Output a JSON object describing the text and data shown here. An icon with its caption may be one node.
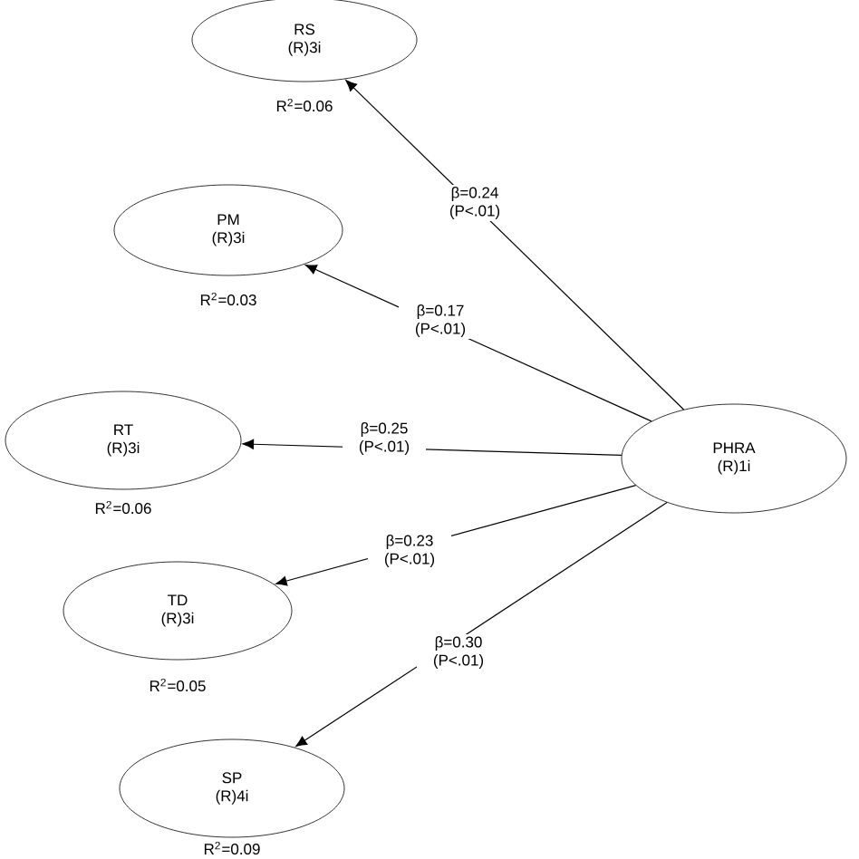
{
  "diagram": {
    "nodes": [
      {
        "text": [
          "RS",
          "(R)3i"
        ],
        "beside": [
          "R$^{2}$=0.06"
        ]
      },
      {
        "text": [
          "PM",
          "(R)3i"
        ],
        "beside": [
          "R$^{2}$=0.03"
        ]
      },
      {
        "text": [
          "RT",
          "(R)3i"
        ],
        "beside": [
          "R$^{2}$=0.06"
        ]
      },
      {
        "text": [
          "TD",
          "(R)3i"
        ],
        "beside": [
          "R$^{2}$=0.05"
        ]
      },
      {
        "text": [
          "SP",
          "(R)4i"
        ],
        "beside": [
          "R$^{2}$=0.09"
        ]
      },
      {
        "text": [
          "PHRA",
          "(R)1i"
        ]
      }
    ],
    "edges": [
      {
        "from": 5,
        "to": 0,
        "arrow": "to",
        "label": "β=0.24 (P<.01)"
      },
      {
        "from": 5,
        "to": 1,
        "arrow": "to",
        "label": "β=0.17 (P<.01)"
      },
      {
        "from": 5,
        "to": 2,
        "arrow": "to",
        "label": "β=0.25 (P<.01)"
      },
      {
        "from": 5,
        "to": 3,
        "arrow": "to",
        "label": "β=0.23 (P<.01)"
      },
      {
        "from": 5,
        "to": 4,
        "arrow": "to",
        "label": "β=0.30 (P<.01)"
      }
    ]
  }
}
